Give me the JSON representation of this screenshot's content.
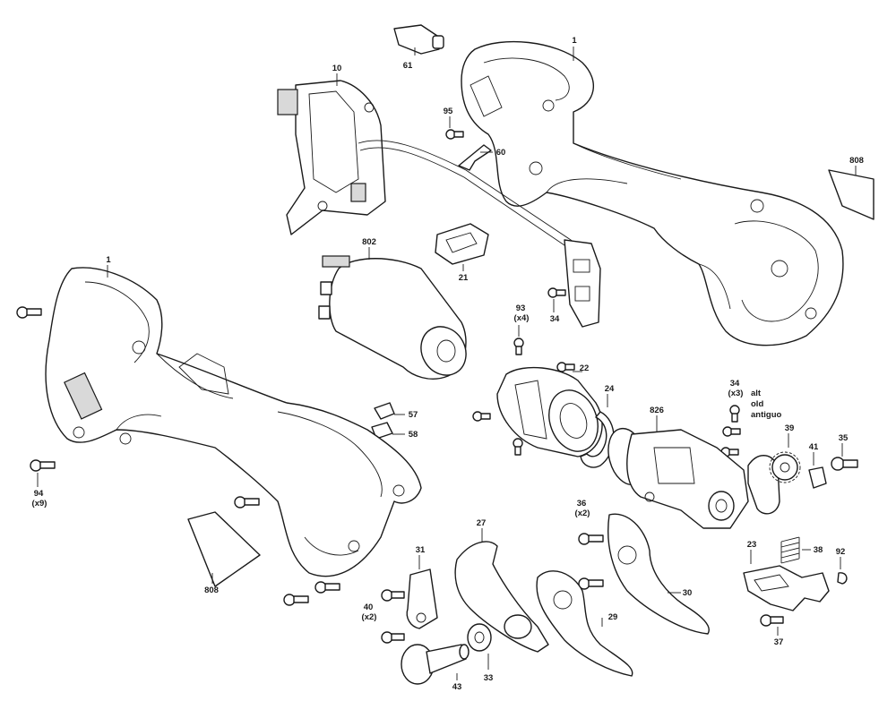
{
  "labels": {
    "p1_top": "1",
    "p1_left": "1",
    "p10": "10",
    "p61": "61",
    "p95": "95",
    "p60": "60",
    "p808_right": "808",
    "p808_left": "808",
    "p802": "802",
    "p21": "21",
    "p93": "93",
    "p93_qty": "(x4)",
    "p34": "34",
    "p22": "22",
    "p24": "24",
    "p57": "57",
    "p58": "58",
    "p94": "94",
    "p94_qty": "(x9)",
    "p826": "826",
    "p34_b": "34",
    "p34_b_qty": "(x3)",
    "alt_1": "alt",
    "alt_2": "old",
    "alt_3": "antiguo",
    "p39": "39",
    "p41": "41",
    "p35": "35",
    "p36": "36",
    "p36_qty": "(x2)",
    "p27": "27",
    "p31": "31",
    "p30": "30",
    "p23": "23",
    "p38": "38",
    "p92": "92",
    "p40": "40",
    "p40_qty": "(x2)",
    "p29": "29",
    "p37": "37",
    "p33": "33",
    "p43": "43"
  }
}
